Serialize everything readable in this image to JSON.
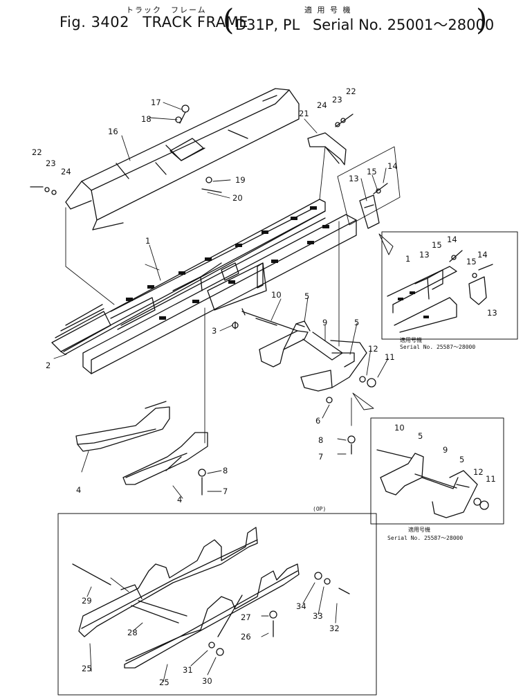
{
  "header": {
    "subtitle_jp": "トラック　フレーム",
    "applicable_jp": "適 用 号 機",
    "fig_no": "Fig. 3402",
    "title": "TRACK FRAME",
    "model": "D31P, PL",
    "serial": "Serial No. 25001～28000"
  },
  "callouts": {
    "c1": "1",
    "c1b": "1",
    "c2": "2",
    "c3": "3",
    "c4a": "4",
    "c4b": "4",
    "c5a": "5",
    "c5b": "5",
    "c5c": "5",
    "c5d": "5",
    "c6": "6",
    "c7a": "7",
    "c7b": "7",
    "c8a": "8",
    "c8b": "8",
    "c9a": "9",
    "c9b": "9",
    "c10a": "10",
    "c10b": "10",
    "c11a": "11",
    "c11b": "11",
    "c12a": "12",
    "c12b": "12",
    "c13a": "13",
    "c13b": "13",
    "c13c": "13",
    "c14a": "14",
    "c14b": "14",
    "c14c": "14",
    "c15a": "15",
    "c15b": "15",
    "c15c": "15",
    "c16": "16",
    "c17": "17",
    "c18": "18",
    "c19": "19",
    "c20": "20",
    "c21": "21",
    "c22a": "22",
    "c22b": "22",
    "c23a": "23",
    "c23b": "23",
    "c24a": "24",
    "c24b": "24",
    "c25a": "25",
    "c25b": "25",
    "c26": "26",
    "c27": "27",
    "c28": "28",
    "c29": "29",
    "c30": "30",
    "c31": "31",
    "c32": "32",
    "c33": "33",
    "c34": "34"
  },
  "insets": {
    "upper_jp": "適用号機",
    "upper_serial": "Serial No. 25587～28000",
    "lower_jp": "適用号機",
    "lower_serial": "Serial No. 25587～28000",
    "option": "(OP)"
  }
}
